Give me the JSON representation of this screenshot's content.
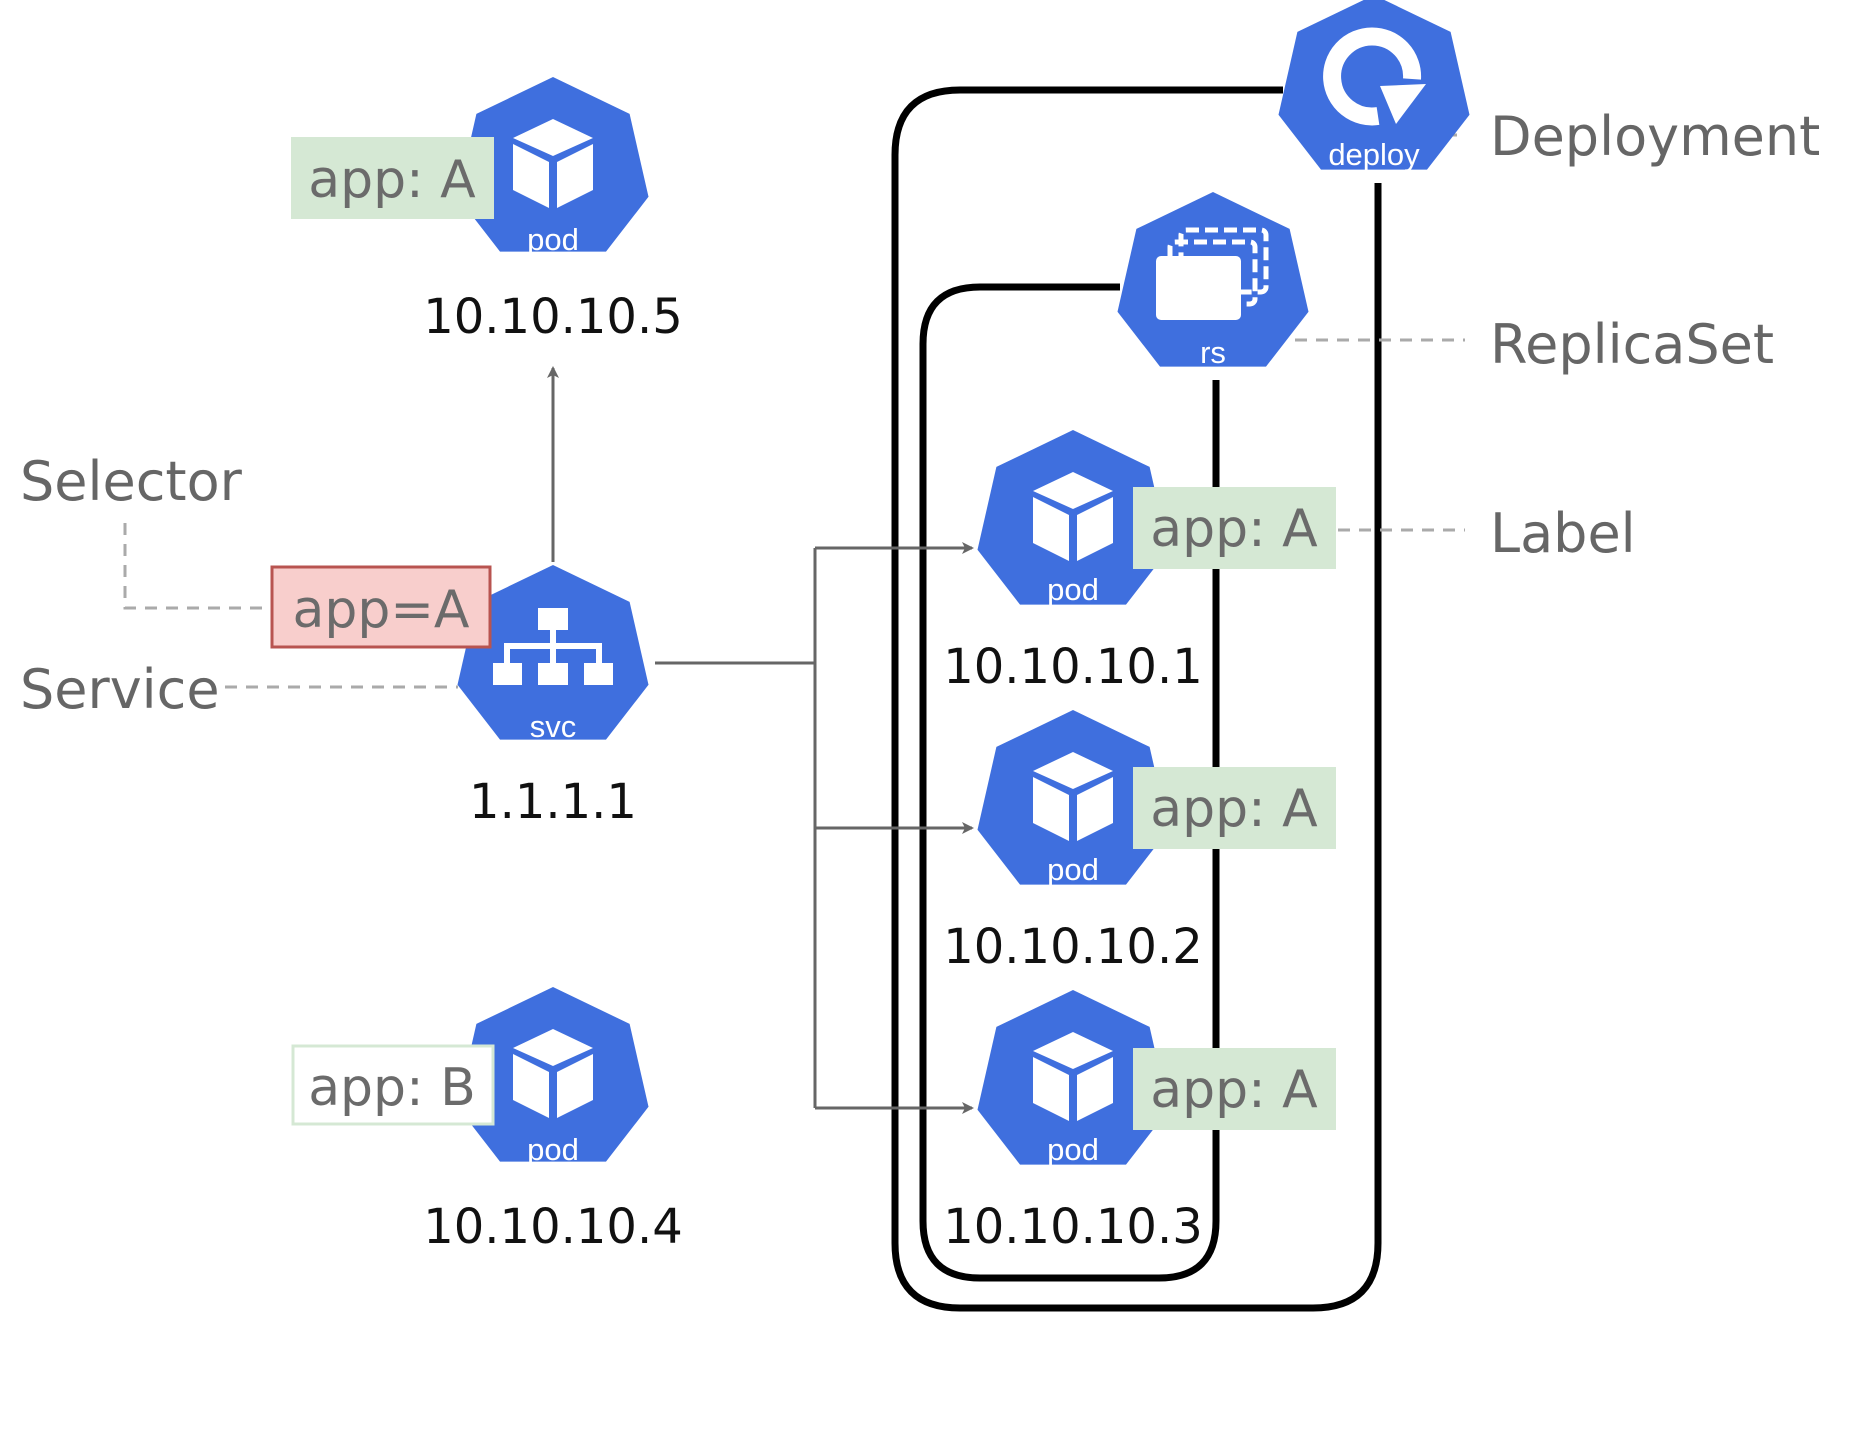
{
  "colors": {
    "k8s_blue": "#3f6fde",
    "label_green": "#d5e8d4",
    "selector_red_fill": "#f8cecc",
    "selector_red_stroke": "#b85450",
    "arrow_gray": "#666666",
    "boundary_black": "#000000"
  },
  "icons": {
    "deploy": "deployment-icon",
    "replicaset": "replicaset-icon",
    "service": "service-icon",
    "pod": "pod-icon"
  },
  "nodes": {
    "deploy": {
      "label": "deploy"
    },
    "replicaset": {
      "label": "rs"
    },
    "service": {
      "label": "svc",
      "ip": "1.1.1.1",
      "selector": "app=A"
    },
    "pod_5": {
      "label": "pod",
      "ip": "10.10.10.5",
      "tag": "app: A"
    },
    "pod_4": {
      "label": "pod",
      "ip": "10.10.10.4",
      "tag": "app: B"
    },
    "pod_1": {
      "label": "pod",
      "ip": "10.10.10.1",
      "tag": "app: A"
    },
    "pod_2": {
      "label": "pod",
      "ip": "10.10.10.2",
      "tag": "app: A"
    },
    "pod_3": {
      "label": "pod",
      "ip": "10.10.10.3",
      "tag": "app: A"
    }
  },
  "annotations": {
    "deployment": "Deployment",
    "replicaset": "ReplicaSet",
    "label": "Label",
    "selector": "Selector",
    "service": "Service"
  }
}
